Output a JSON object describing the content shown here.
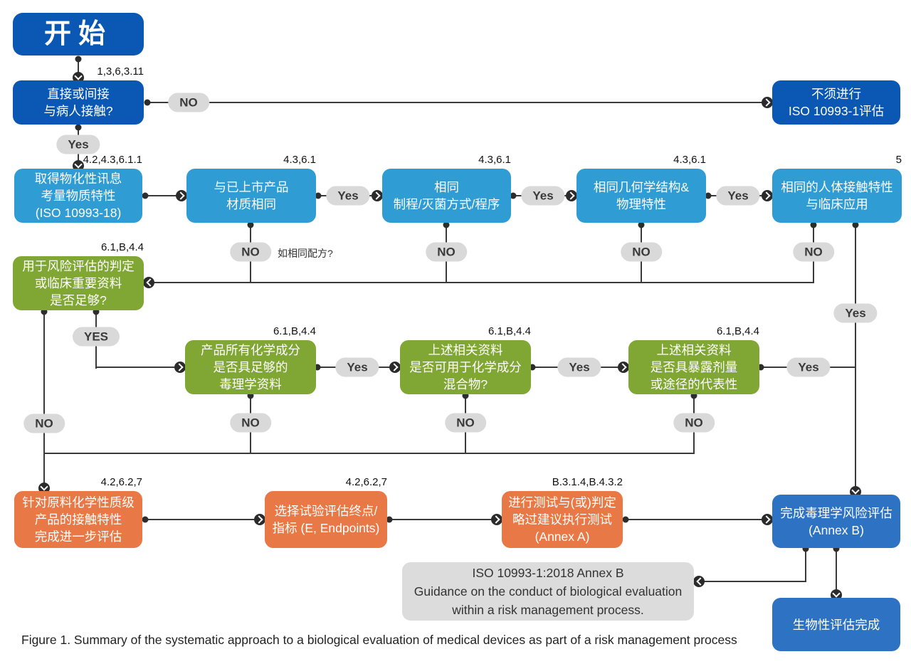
{
  "colors": {
    "blue-dark": "#0b57b4",
    "blue-sky": "#2f9cd4",
    "blue-mid": "#2e72c4",
    "green": "#80a733",
    "orange": "#e87845",
    "pill": "#d9d9d9",
    "note": "#dcdcdc"
  },
  "pills": {
    "no": "NO",
    "yes": "Yes",
    "yes_upper": "YES"
  },
  "annotations": {
    "same_formula": "如相同配方?"
  },
  "caption": "Figure 1. Summary of the systematic approach to a biological evaluation of medical devices as part of a risk management process",
  "nodes": {
    "start": {
      "label": "开始"
    },
    "patient_contact": {
      "ref": "1,3,6,3.11",
      "lines": [
        "直接或间接",
        "与病人接触?"
      ]
    },
    "no_eval": {
      "lines": [
        "不须进行",
        "ISO 10993-1评估"
      ]
    },
    "phys_info": {
      "ref": "4.2,4.3,6.1.1",
      "lines": [
        "取得物化性讯息",
        "考量物质特性",
        "(ISO 10993-18)"
      ]
    },
    "same_material": {
      "ref": "4.3,6.1",
      "lines": [
        "与已上市产品",
        "材质相同"
      ]
    },
    "same_process": {
      "ref": "4.3,6.1",
      "lines": [
        "相同",
        "制程/灭菌方式/程序"
      ]
    },
    "same_geometry": {
      "ref": "4.3,6.1",
      "lines": [
        "相同几何学结构&",
        "物理特性"
      ]
    },
    "same_contact": {
      "ref": "5",
      "lines": [
        "相同的人体接触特性",
        "与临床应用"
      ]
    },
    "risk_data_sufficient": {
      "ref": "6.1,B,4.4",
      "lines": [
        "用于风险评估的判定",
        "或临床重要资料",
        "是否足够?"
      ]
    },
    "chem_tox_data": {
      "ref": "6.1,B,4.4",
      "lines": [
        "产品所有化学成分",
        "是否具足够的",
        "毒理学资料"
      ]
    },
    "data_applicable": {
      "ref": "6.1,B,4.4",
      "lines": [
        "上述相关资料",
        "是否可用于化学成分",
        "混合物?"
      ]
    },
    "exposure_representative": {
      "ref": "6.1,B,4.4",
      "lines": [
        "上述相关资料",
        "是否具暴露剂量",
        "或途径的代表性"
      ]
    },
    "further_evaluation": {
      "ref": "4.2,6.2,7",
      "lines": [
        "针对原料化学性质级",
        "产品的接触特性",
        "完成进一步评估"
      ]
    },
    "select_endpoints": {
      "ref": "4.2,6.2,7",
      "lines": [
        "选择试验评估终点/",
        "指标 (E, Endpoints)"
      ]
    },
    "conduct_testing": {
      "ref": "B.3.1.4,B.4.3.2",
      "lines": [
        "进行测试与(或)判定",
        "略过建议执行测试",
        "(Annex A)"
      ]
    },
    "tox_risk_complete": {
      "lines": [
        "完成毒理学风险评估",
        "(Annex B)"
      ]
    },
    "annex_b_note": {
      "lines": [
        "ISO 10993-1:2018 Annex B",
        "Guidance on the conduct of biological evaluation",
        "within a risk management process."
      ]
    },
    "bio_eval_complete": {
      "label": "生物性评估完成"
    }
  }
}
